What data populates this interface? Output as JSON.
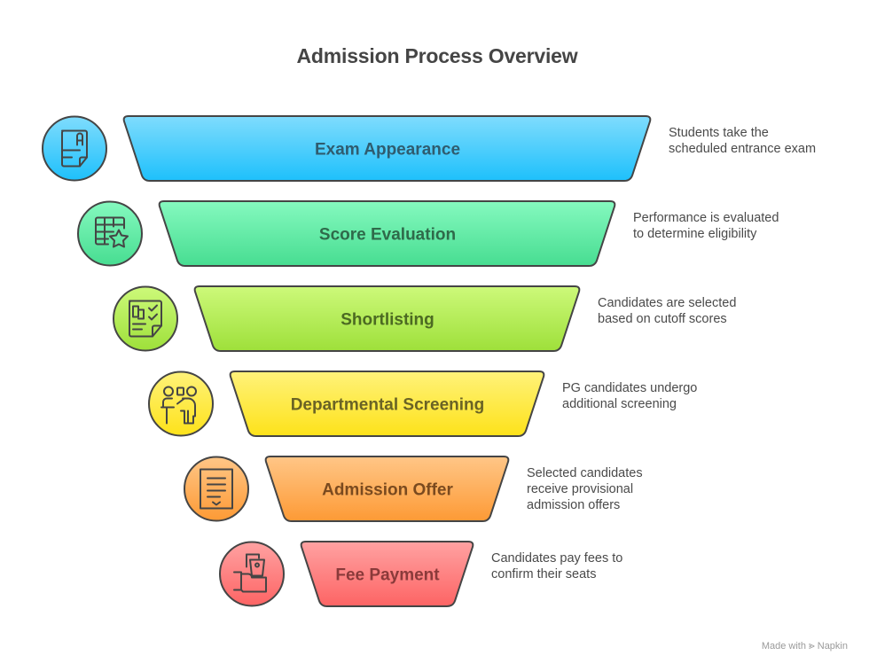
{
  "title": "Admission Process Overview",
  "footer": {
    "made_with": "Made with",
    "brand": "Napkin",
    "brand_icon": "napkin-logo-icon"
  },
  "steps": [
    {
      "label": "Exam Appearance",
      "description": "Students take the scheduled entrance exam",
      "icon": "exam-paper-icon",
      "color_top": "#7fdcfd",
      "color_bottom": "#1ec0fb",
      "text_color": "#2f5c6f"
    },
    {
      "label": "Score Evaluation",
      "description": "Performance is evaluated to determine eligibility",
      "icon": "table-star-icon",
      "color_top": "#85f9bf",
      "color_bottom": "#47dd91",
      "text_color": "#2f6a4a"
    },
    {
      "label": "Shortlisting",
      "description": "Candidates are selected based on cutoff scores",
      "icon": "checklist-icon",
      "color_top": "#cdf97a",
      "color_bottom": "#9ee03a",
      "text_color": "#4c6a22"
    },
    {
      "label": "Departmental Screening",
      "description": "PG candidates undergo additional screening",
      "icon": "presenter-icon",
      "color_top": "#fff27a",
      "color_bottom": "#fde21a",
      "text_color": "#6a6325"
    },
    {
      "label": "Admission Offer",
      "description": "Selected candidates receive provisional admission offers",
      "icon": "offer-letter-icon",
      "color_top": "#ffc687",
      "color_bottom": "#fd9a35",
      "text_color": "#7a4a1f"
    },
    {
      "label": "Fee Payment",
      "description": "Candidates pay fees to confirm their seats",
      "icon": "hand-money-icon",
      "color_top": "#ffa2a2",
      "color_bottom": "#fd6464",
      "text_color": "#8a3a3a"
    }
  ]
}
